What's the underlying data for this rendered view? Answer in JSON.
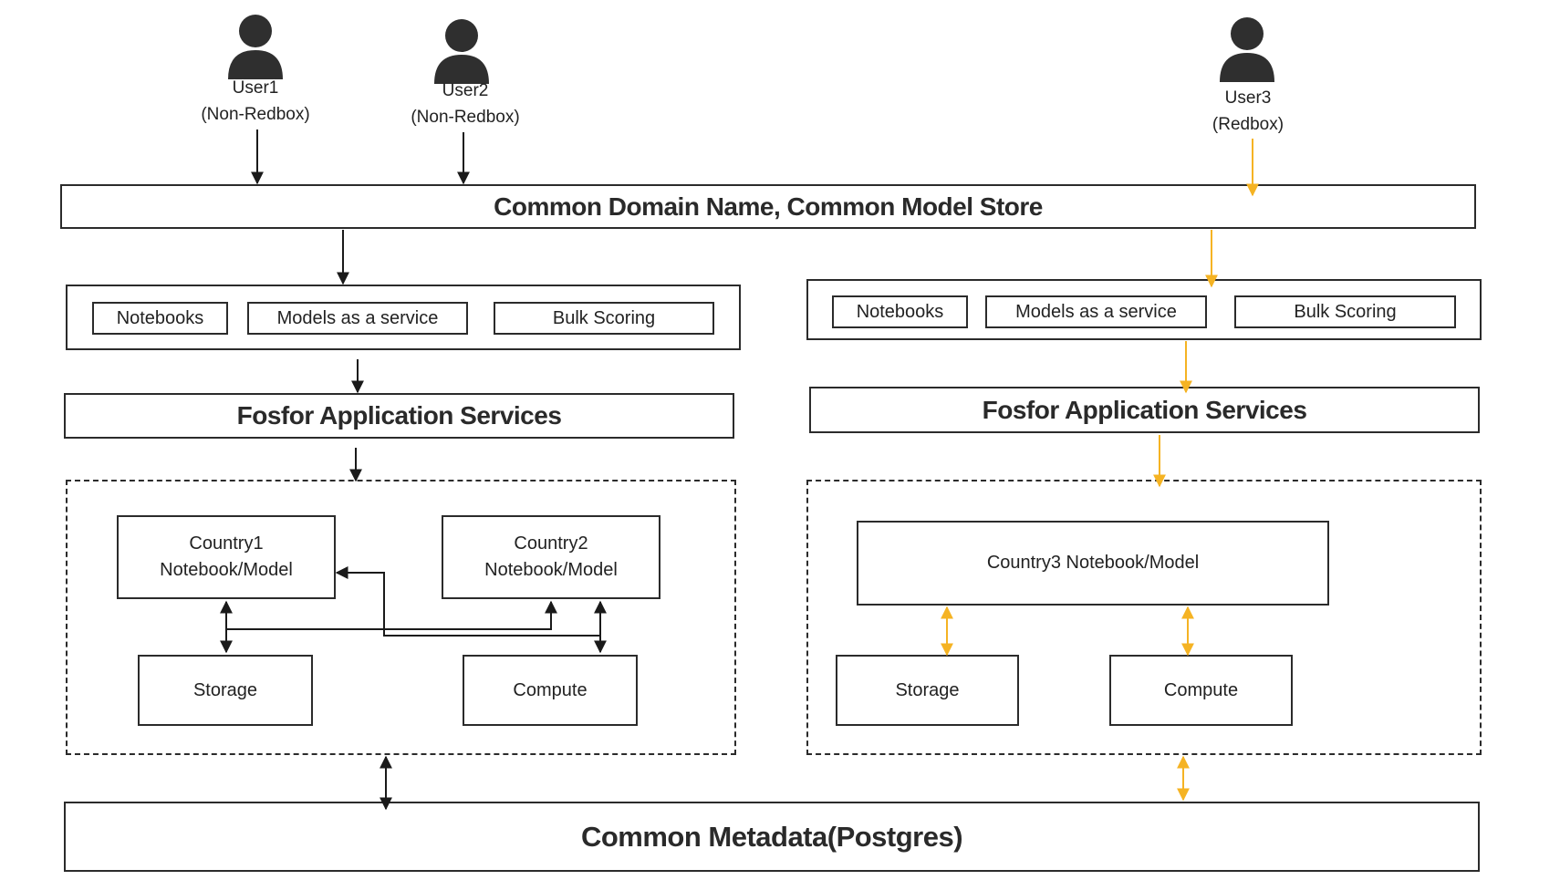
{
  "users": [
    {
      "name": "User1",
      "type": "(Non-Redbox)",
      "icon": "user-icon"
    },
    {
      "name": "User2",
      "type": "(Non-Redbox)",
      "icon": "user-icon"
    },
    {
      "name": "User3",
      "type": "(Redbox)",
      "icon": "user-icon"
    }
  ],
  "common_domain": "Common Domain Name, Common Model Store",
  "left": {
    "services": [
      "Notebooks",
      "Models as a service",
      "Bulk Scoring"
    ],
    "app_services": "Fosfor Application Services",
    "country1": [
      "Country1",
      "Notebook/Model"
    ],
    "country2": [
      "Country2",
      "Notebook/Model"
    ],
    "storage": "Storage",
    "compute": "Compute"
  },
  "right": {
    "services": [
      "Notebooks",
      "Models as a service",
      "Bulk Scoring"
    ],
    "app_services": "Fosfor Application Services",
    "country3": "Country3 Notebook/Model",
    "storage": "Storage",
    "compute": "Compute"
  },
  "metadata": "Common Metadata(Postgres)",
  "colors": {
    "black_line": "#1a1a1a",
    "redbox_line": "#f5b323",
    "icon": "#2f2f2f"
  }
}
